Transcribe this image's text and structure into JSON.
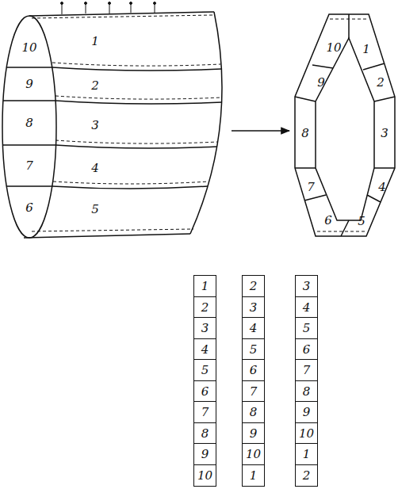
{
  "diagram": {
    "labels": [
      "1",
      "10",
      "9",
      "2",
      "8",
      "3",
      "7",
      "4",
      "6",
      "5",
      "10",
      "1",
      "9",
      "2",
      "8",
      "3",
      "7",
      "4",
      "6",
      "5",
      "1",
      "2",
      "3",
      "4",
      "5",
      "6",
      "7",
      "8",
      "9",
      "10",
      "2",
      "3",
      "4",
      "5",
      "6",
      "7",
      "8",
      "9",
      "10",
      "1",
      "3",
      "4",
      "5",
      "6",
      "7",
      "8",
      "9",
      "10",
      "1",
      "2"
    ]
  }
}
